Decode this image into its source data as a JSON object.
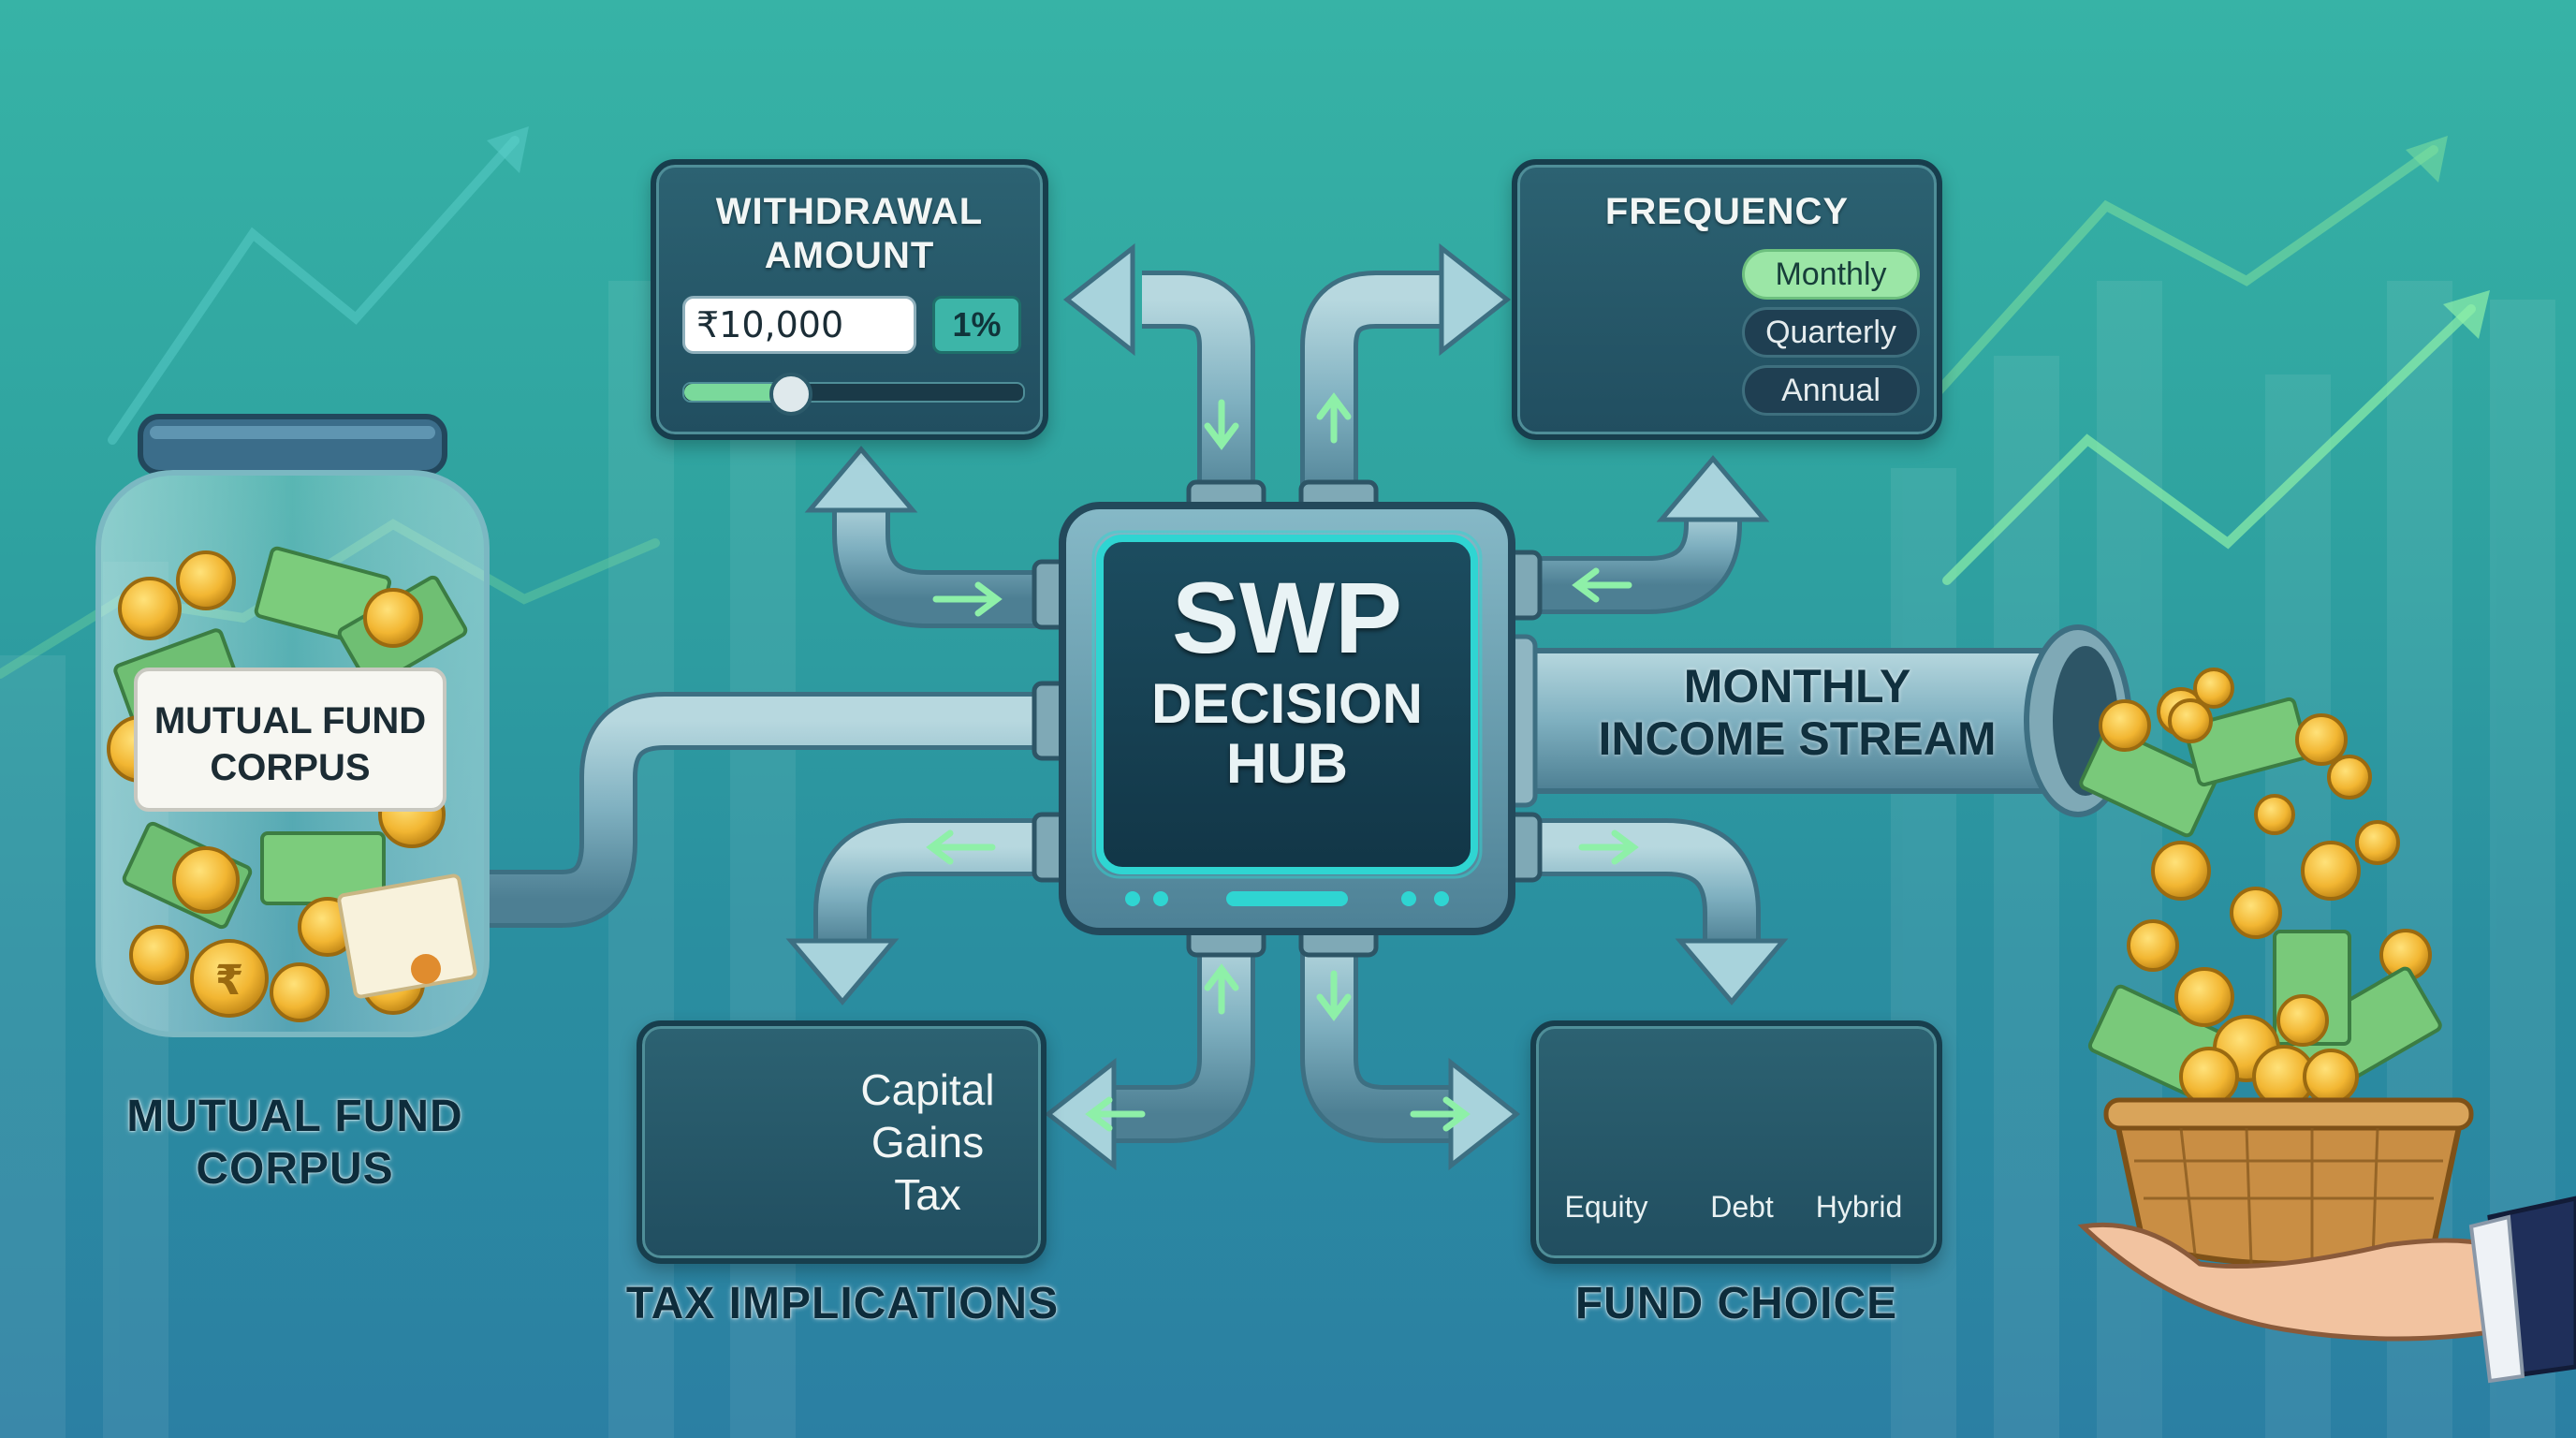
{
  "hub": {
    "line1": "SWP",
    "line2": "DECISION",
    "line3": "HUB"
  },
  "withdrawal": {
    "title_line1": "WITHDRAWAL",
    "title_line2": "AMOUNT",
    "amount": "₹10,000",
    "percent": "1%"
  },
  "frequency": {
    "title": "FREQUENCY",
    "options": [
      "Monthly",
      "Quarterly",
      "Annual"
    ],
    "selected": "Monthly"
  },
  "tax": {
    "label_line1": "Capital",
    "label_line2": "Gains",
    "label_line3": "Tax",
    "caption": "TAX IMPLICATIONS"
  },
  "fund": {
    "types": [
      "Equity",
      "Debt",
      "Hybrid"
    ],
    "caption": "FUND CHOICE"
  },
  "corpus": {
    "jar_label_line1": "MUTUAL FUND",
    "jar_label_line2": "CORPUS",
    "caption_line1": "MUTUAL FUND",
    "caption_line2": "CORPUS"
  },
  "income": {
    "line1": "MONTHLY",
    "line2": "INCOME STREAM"
  },
  "icons": [
    "calendar-icon",
    "calculator-icon",
    "bar-chart-icon",
    "scales-icon",
    "magnifier-icon",
    "rupee-coin-icon",
    "banknote-icon",
    "basket-icon",
    "hand-icon",
    "certificate-icon",
    "jar-icon",
    "pipe-arrow-icon"
  ],
  "colors": {
    "panel": "#214e60",
    "accent": "#9be6a6",
    "coin": "#f2b632",
    "arrow": "#7fd6a0"
  }
}
